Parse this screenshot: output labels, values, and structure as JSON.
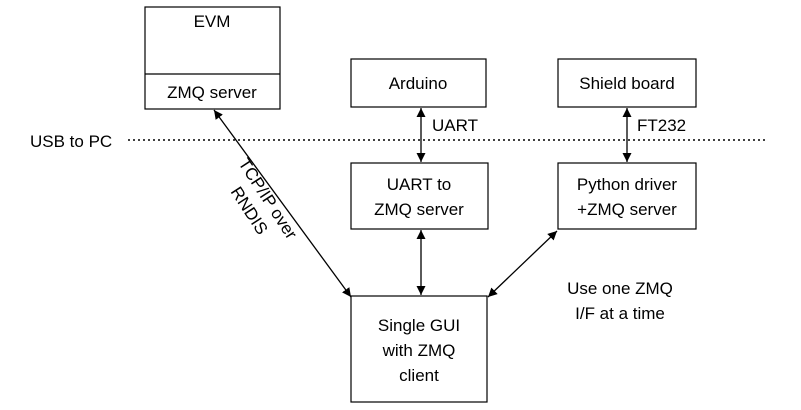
{
  "boxes": {
    "evm": {
      "title": "EVM",
      "sub": "ZMQ server"
    },
    "arduino": {
      "label": "Arduino"
    },
    "shield": {
      "label": "Shield board"
    },
    "uart_zmq": {
      "line1": "UART to",
      "line2": "ZMQ server"
    },
    "python": {
      "line1": "Python driver",
      "line2": "+ZMQ server"
    },
    "gui": {
      "line1": "Single GUI",
      "line2": "with ZMQ",
      "line3": "client"
    }
  },
  "labels": {
    "usb": "USB to PC",
    "uart": "UART",
    "ft232": "FT232",
    "tcp1": "TCP/IP over",
    "tcp2": "RNDIS",
    "note1": "Use one ZMQ",
    "note2": "I/F at a time"
  },
  "colors": {
    "stroke": "#000000",
    "background": "#ffffff"
  }
}
